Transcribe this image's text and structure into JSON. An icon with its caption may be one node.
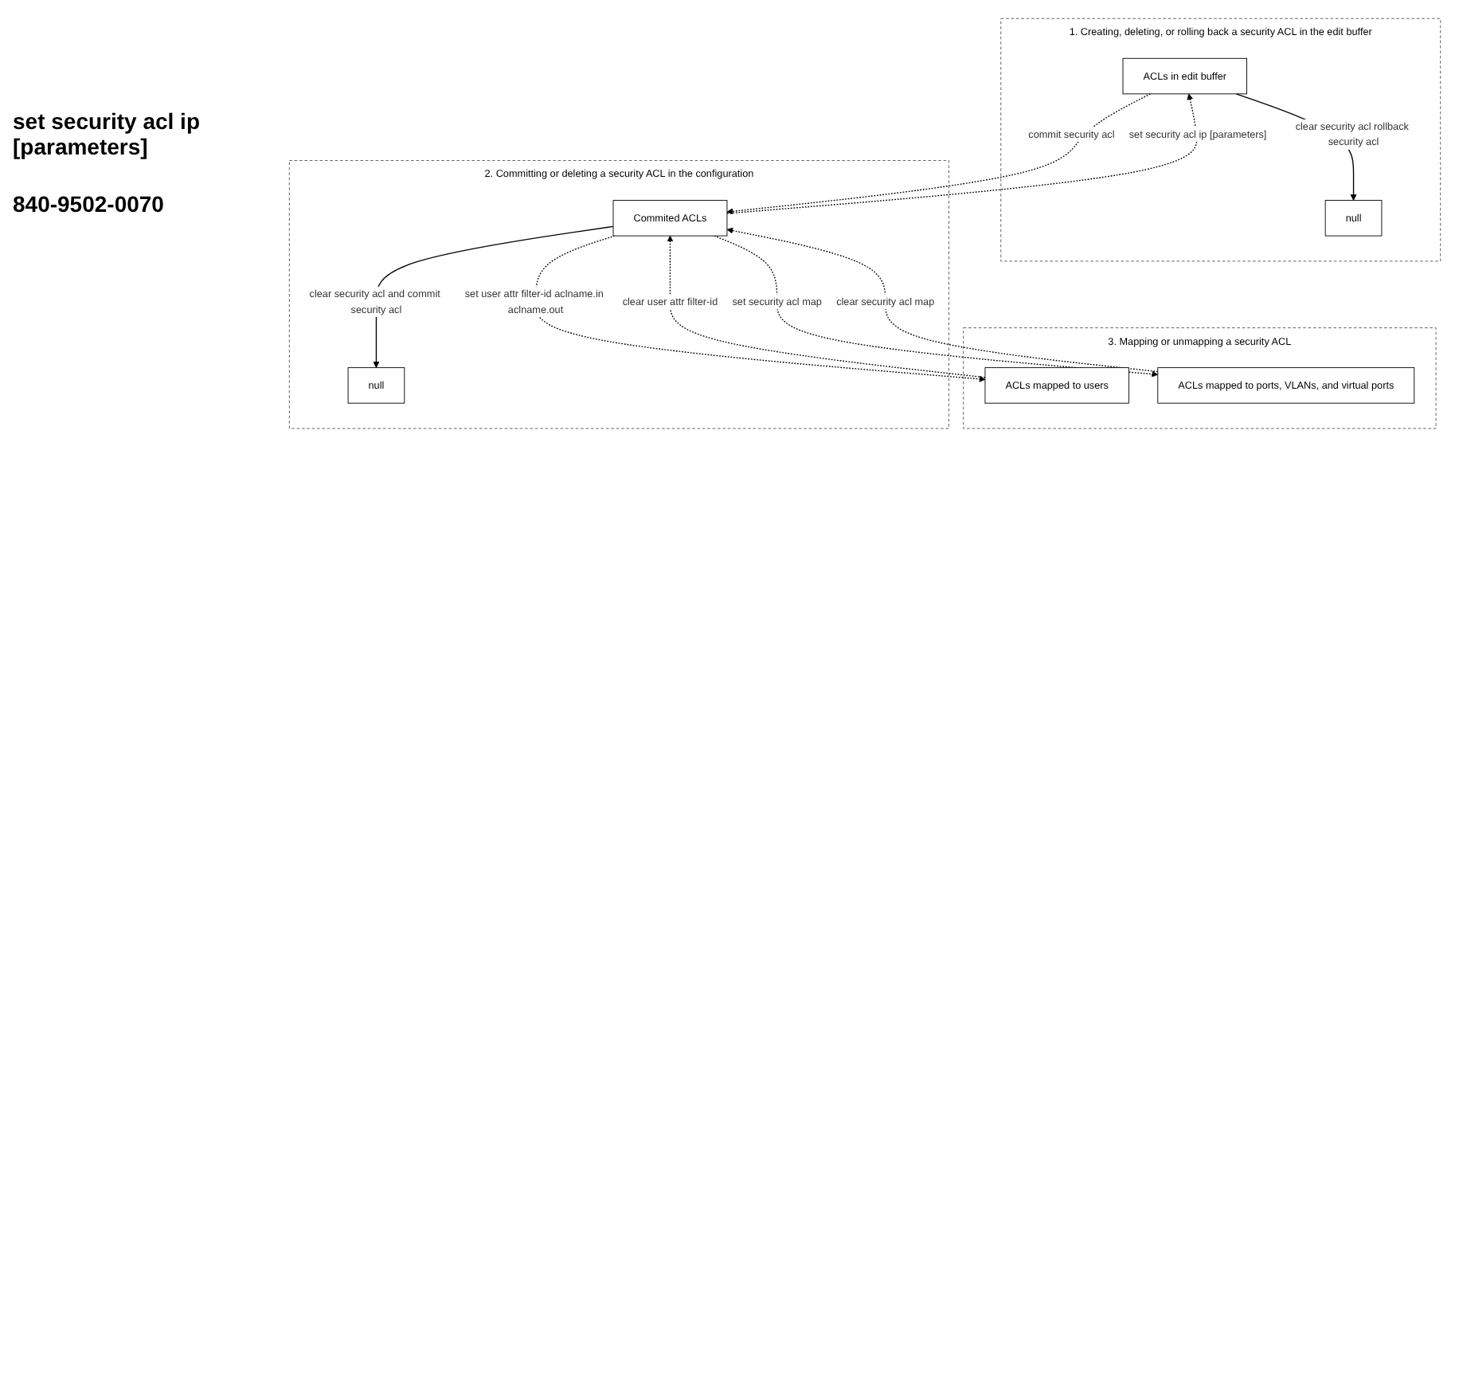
{
  "diagram": {
    "nodes": [
      {
        "text": [
          "1. Creating, deleting, or rolling back a security ACL in the edit buffer"
        ]
      },
      {
        "text": [
          "ACLs in edit buffer"
        ],
        "in": 0
      },
      {
        "text": [
          "null"
        ],
        "in": 0
      },
      {
        "text": [
          "2. Committing or deleting a security ACL in the configuration"
        ]
      },
      {
        "text": [
          "Commited ACLs"
        ],
        "in": 3
      },
      {
        "text": [
          "null"
        ],
        "in": 3
      },
      {
        "text": [
          "3. Mapping or unmapping a security ACL"
        ]
      },
      {
        "text": [
          "ACLs mapped to users"
        ],
        "in": 6
      },
      {
        "text": [
          "ACLs mapped to ports, VLANs, and virtual ports"
        ],
        "in": 6
      }
    ],
    "edges": [
      {
        "from": 1,
        "to": 2,
        "arrow": "to",
        "label": "clear security acl rollback security acl"
      },
      {
        "from": 1,
        "to": 4,
        "arrow": "to",
        "style": "dashed",
        "label": "commit security acl"
      },
      {
        "from": 4,
        "to": 1,
        "arrow": "to",
        "style": "dashed",
        "label": "set security acl ip [parameters]"
      },
      {
        "from": 4,
        "to": 5,
        "arrow": "to",
        "label": "clear security acl and commit security acl"
      },
      {
        "from": 4,
        "to": 7,
        "arrow": "to",
        "style": "dashed",
        "label": "set user attr filter-id aclname.in aclname.out"
      },
      {
        "from": 7,
        "to": 4,
        "arrow": "to",
        "style": "dashed",
        "label": "clear user attr filter-id"
      },
      {
        "from": 4,
        "to": 8,
        "arrow": "to",
        "style": "dashed",
        "label": "set security acl map"
      },
      {
        "from": 8,
        "to": 4,
        "arrow": "to",
        "style": "dashed",
        "label": "clear security acl map"
      }
    ],
    "labels": [
      "set security acl ip [parameters]",
      "840-9502-0070"
    ]
  }
}
